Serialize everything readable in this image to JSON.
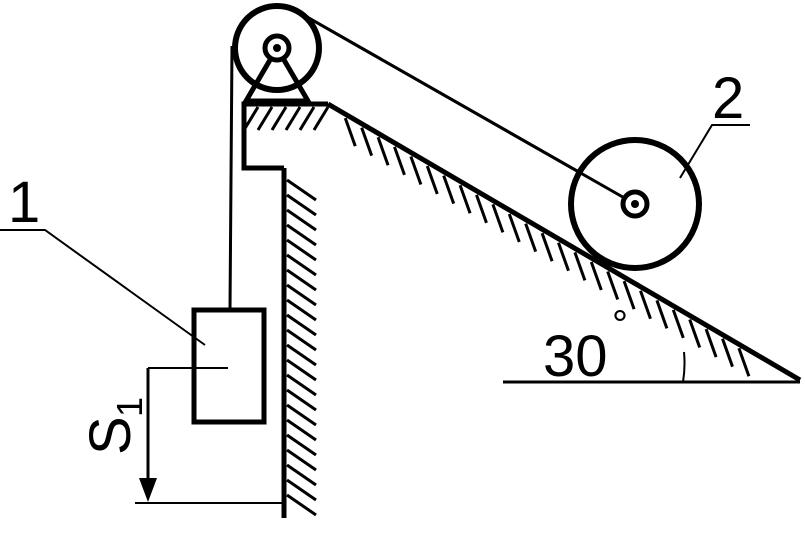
{
  "labels": {
    "body1": "1",
    "body2": "2",
    "displacement": "S",
    "displacement_sub": "1",
    "angle_value": "30",
    "angle_unit": "°"
  },
  "colors": {
    "stroke": "#000000",
    "background": "#ffffff"
  }
}
